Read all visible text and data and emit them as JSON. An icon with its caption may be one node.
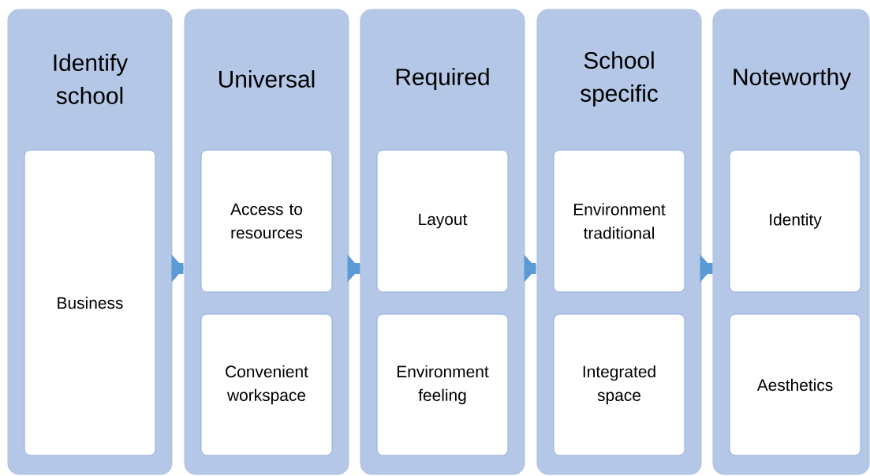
{
  "diagram": {
    "nodes": [
      {
        "text": [
          "Identify school"
        ]
      },
      {
        "text": [
          "Business"
        ],
        "in": 0
      },
      {
        "text": [
          "Universal"
        ]
      },
      {
        "text": [
          "Access to resources"
        ],
        "in": 2
      },
      {
        "text": [
          "Convenient workspace"
        ],
        "in": 2
      },
      {
        "text": [
          "Required"
        ]
      },
      {
        "text": [
          "Layout"
        ],
        "in": 5
      },
      {
        "text": [
          "Environment feeling"
        ],
        "in": 5
      },
      {
        "text": [
          "School specific"
        ]
      },
      {
        "text": [
          "Environment traditional"
        ],
        "in": 8
      },
      {
        "text": [
          "Integrated space"
        ],
        "in": 8
      },
      {
        "text": [
          "Noteworthy"
        ]
      },
      {
        "text": [
          "Identity"
        ],
        "in": 11
      },
      {
        "text": [
          "Aesthetics"
        ],
        "in": 11
      }
    ],
    "edges": [
      {
        "from": 0,
        "to": 2,
        "arrow": "to"
      },
      {
        "from": 2,
        "to": 5,
        "arrow": "to"
      },
      {
        "from": 5,
        "to": 8,
        "arrow": "to"
      },
      {
        "from": 8,
        "to": 11,
        "arrow": "to"
      }
    ]
  }
}
